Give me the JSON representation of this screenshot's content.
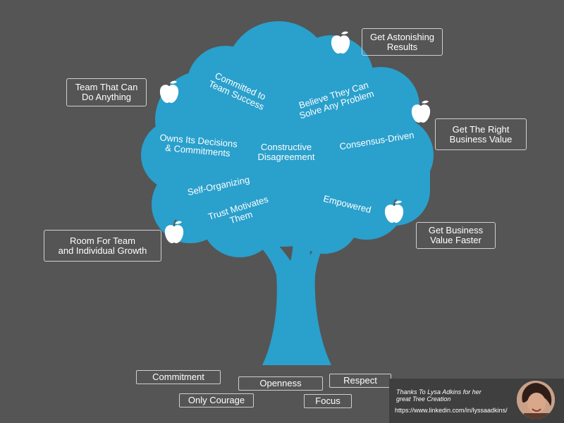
{
  "tree_qualities": [
    "Committed to\nTeam Success",
    "Believe They Can\nSolve Any Problem",
    "Owns Its Decisions\n& Commitments",
    "Constructive\nDisagreement",
    "Consensus-Driven",
    "Self-Organizing",
    "Trust Motivates\nThem",
    "Empowered"
  ],
  "outcomes": [
    "Get Astonishing\nResults",
    "Team That Can\nDo Anything",
    "Get The Right\nBusiness Value",
    "Get Business\nValue Faster",
    "Room For Team\nand Individual Growth"
  ],
  "values": [
    "Commitment",
    "Openness",
    "Respect",
    "Only Courage",
    "Focus"
  ],
  "credit": {
    "thanks": "Thanks To Lysa Adkins for her\ngreat Tree Creation",
    "url": "https://www.linkedin.com/in/lyssaadkins/"
  },
  "colors": {
    "background": "#555555",
    "tree": "#2aa0cc",
    "box_border": "#cfcfcf",
    "text": "#ffffff",
    "credit_panel": "#3f3f3f"
  }
}
